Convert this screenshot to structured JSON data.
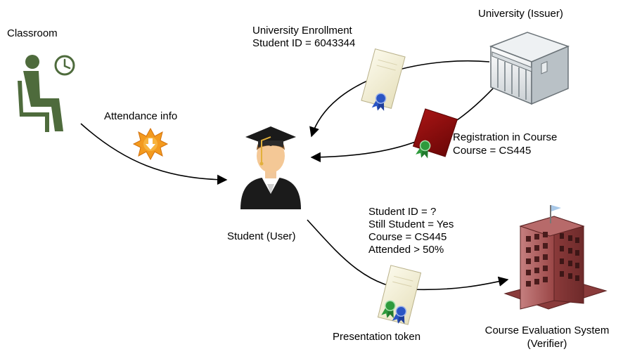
{
  "nodes": {
    "classroom": {
      "label": "Classroom",
      "icon": "person-seated-with-clock-icon"
    },
    "student": {
      "label": "Student (User)",
      "icon": "graduate-student-icon"
    },
    "issuer": {
      "label": "University (Issuer)",
      "icon": "university-building-icon"
    },
    "verifier": {
      "line1": "Course Evaluation System",
      "line2": "(Verifier)",
      "icon": "office-tower-icon"
    }
  },
  "credentials": {
    "enrollment": {
      "line1": "University Enrollment",
      "line2": "Student ID = 6043344",
      "icon": "certificate-blue-seal-icon"
    },
    "registration": {
      "line1": "Registration in Course",
      "line2": "Course = CS445",
      "icon": "certificate-red-green-seal-icon"
    },
    "attendance": {
      "label": "Attendance info",
      "icon": "starburst-download-icon"
    }
  },
  "presentation": {
    "claims": [
      "Student ID = ?",
      "Still Student = Yes",
      "Course = CS445",
      "Attended > 50%"
    ],
    "token_label": "Presentation token",
    "icon": "certificate-two-seals-icon"
  },
  "colors": {
    "seat_green": "#4e6b3c",
    "certificate_cream": "#f4f0d8",
    "certificate_red": "#8b0d0d",
    "seal_blue": "#2a55c4",
    "seal_green": "#2e9a3c",
    "starburst_orange": "#f39a1e",
    "tower_red": "#9e4a4a",
    "arrow": "#000000"
  }
}
